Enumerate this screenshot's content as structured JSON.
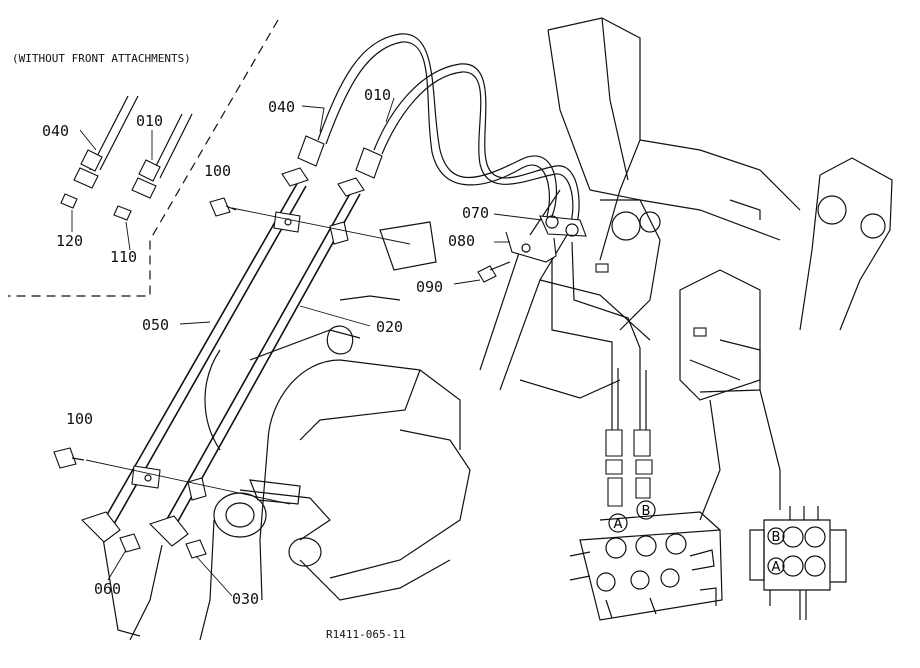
{
  "header_note": "(WITHOUT FRONT ATTACHMENTS)",
  "drawing_number": "R1411-065-11",
  "parts": {
    "p010a": "010",
    "p010b": "010",
    "p020": "020",
    "p030": "030",
    "p040a": "040",
    "p040b": "040",
    "p050": "050",
    "p060": "060",
    "p070": "070",
    "p080": "080",
    "p090": "090",
    "p100a": "100",
    "p100b": "100",
    "p110": "110",
    "p120": "120"
  },
  "ports": {
    "a1": "A",
    "b1": "B",
    "a2": "A",
    "b2": "B"
  }
}
